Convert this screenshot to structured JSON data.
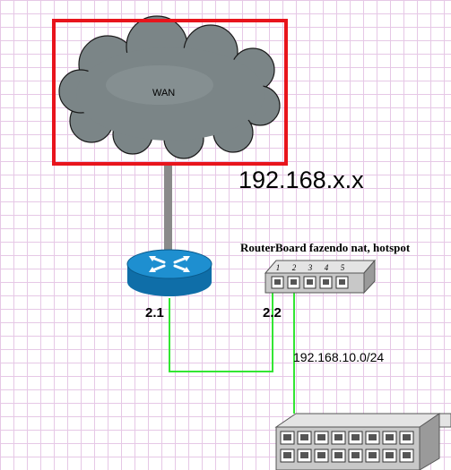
{
  "wan": {
    "label": "WAN"
  },
  "subnet": {
    "label": "192.168.x.x"
  },
  "routerboard": {
    "caption": "RouterBoard fazendo nat, hotspot",
    "ports": [
      "1",
      "2",
      "3",
      "4",
      "5"
    ]
  },
  "router": {
    "ip": "2.1"
  },
  "routerboard_ip": "2.2",
  "lan": {
    "label": "192.168.10.0/24"
  },
  "colors": {
    "highlight_box": "#e8141c",
    "cloud": "#7b8587",
    "wan_link": "#8a8a8a",
    "lan_link": "#33e633",
    "router": "#1e8fd0",
    "device": "#c8c8c8"
  }
}
